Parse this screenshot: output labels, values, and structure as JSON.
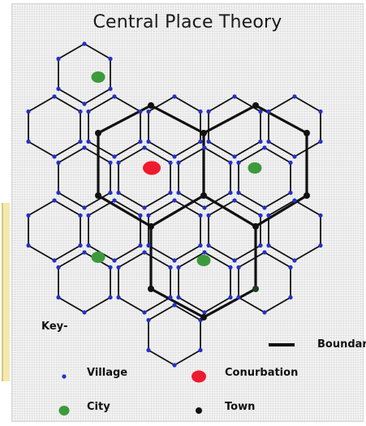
{
  "title": "Central Place Theory",
  "legend": {
    "key_label": "Key-",
    "village": "Village",
    "conurbation": "Conurbation",
    "city": "City",
    "town": "Town",
    "boundary": "Boundary"
  },
  "colors": {
    "village": "#2430c8",
    "conurbation": "#ee1a2e",
    "city": "#3c9a3c",
    "town": "#111111",
    "hex_line": "#111111",
    "boundary": "#111111"
  },
  "icons": {
    "village": "small-blue-dot",
    "conurbation": "red-oval",
    "city": "green-oval",
    "town": "black-dot",
    "boundary": "thick-black-line"
  }
}
